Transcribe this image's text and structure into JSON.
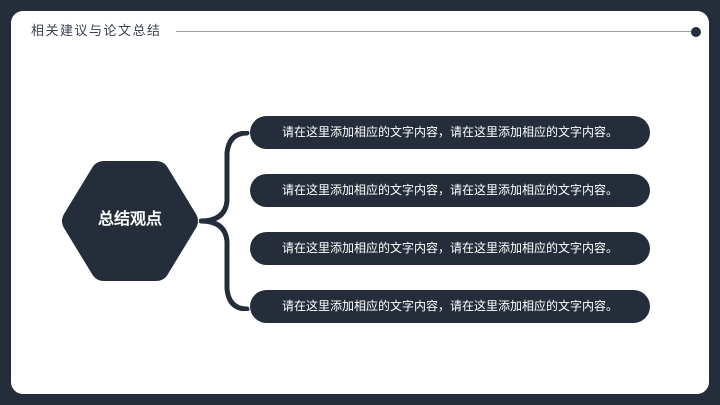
{
  "header": {
    "title": "相关建议与论文总结"
  },
  "center": {
    "label": "总结观点"
  },
  "items": [
    {
      "text": "请在这里添加相应的文字内容，请在这里添加相应的文字内容。"
    },
    {
      "text": "请在这里添加相应的文字内容，请在这里添加相应的文字内容。"
    },
    {
      "text": "请在这里添加相应的文字内容，请在这里添加相应的文字内容。"
    },
    {
      "text": "请在这里添加相应的文字内容，请在这里添加相应的文字内容。"
    }
  ],
  "colors": {
    "dark": "#252d3a",
    "panel": "#ffffff",
    "line": "#9aa0a8"
  }
}
